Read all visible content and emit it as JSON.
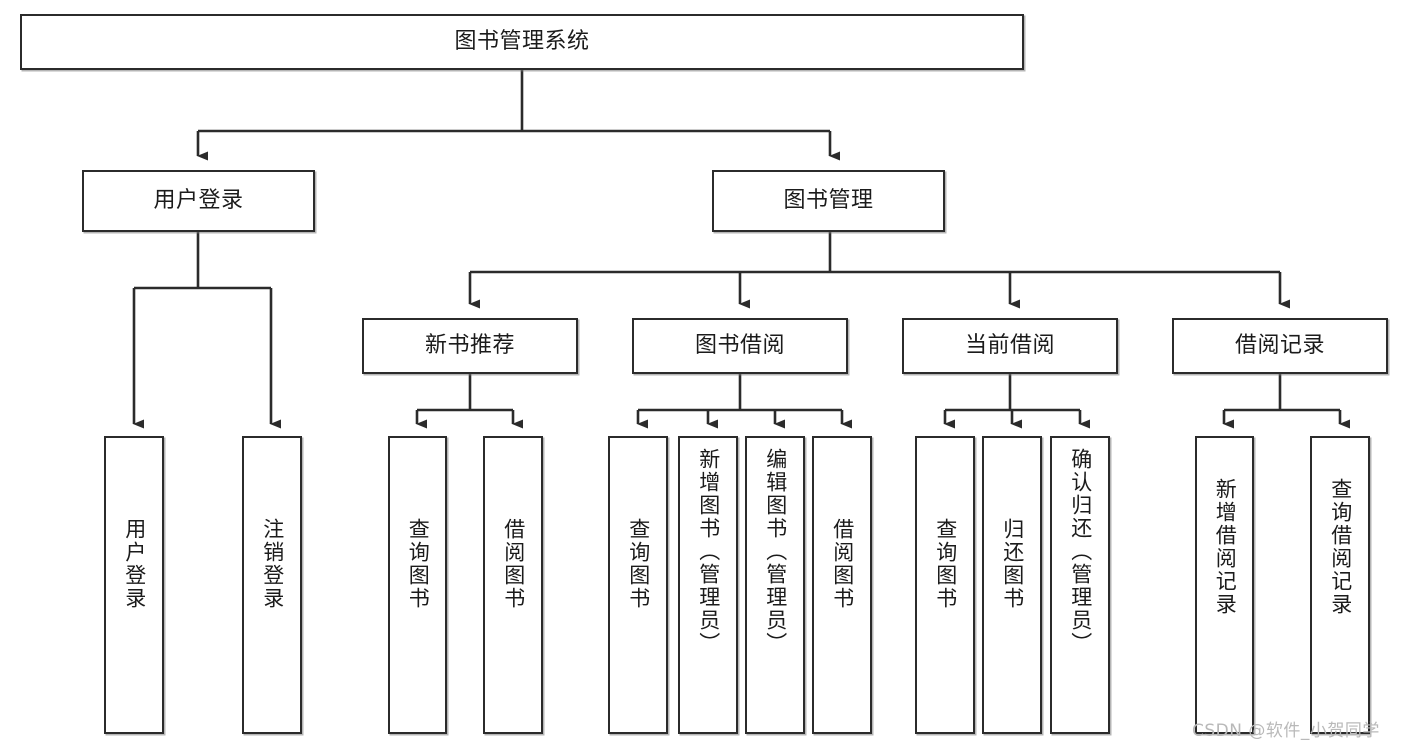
{
  "diagram": {
    "title": "图书管理系统",
    "type": "tree-hierarchy-chart",
    "watermark": "CSDN @软件_小贺同学",
    "colors": {
      "box_border": "#2b2b2b",
      "box_fill": "#ffffff",
      "edge": "#2b2b2b",
      "text": "#1b1b1b",
      "watermark": "#b9b9b9",
      "background": "#ffffff"
    },
    "root": {
      "label": "图书管理系统"
    },
    "level2": [
      {
        "label": "用户登录"
      },
      {
        "label": "图书管理"
      }
    ],
    "level3": [
      {
        "label": "新书推荐"
      },
      {
        "label": "图书借阅"
      },
      {
        "label": "当前借阅"
      },
      {
        "label": "借阅记录"
      }
    ],
    "leaves": {
      "user_login": [
        {
          "label": "用户登录"
        },
        {
          "label": "注销登录"
        }
      ],
      "new_book_recommend": [
        {
          "label": "查询图书"
        },
        {
          "label": "借阅图书"
        }
      ],
      "book_borrow": [
        {
          "label": "查询图书"
        },
        {
          "label": "新增图书（管理员）"
        },
        {
          "label": "编辑图书（管理员）"
        },
        {
          "label": "借阅图书"
        }
      ],
      "current_borrow": [
        {
          "label": "查询图书"
        },
        {
          "label": "归还图书"
        },
        {
          "label": "确认归还（管理员）"
        }
      ],
      "borrow_records": [
        {
          "label": "新增借阅记录"
        },
        {
          "label": "查询借阅记录"
        }
      ]
    }
  }
}
